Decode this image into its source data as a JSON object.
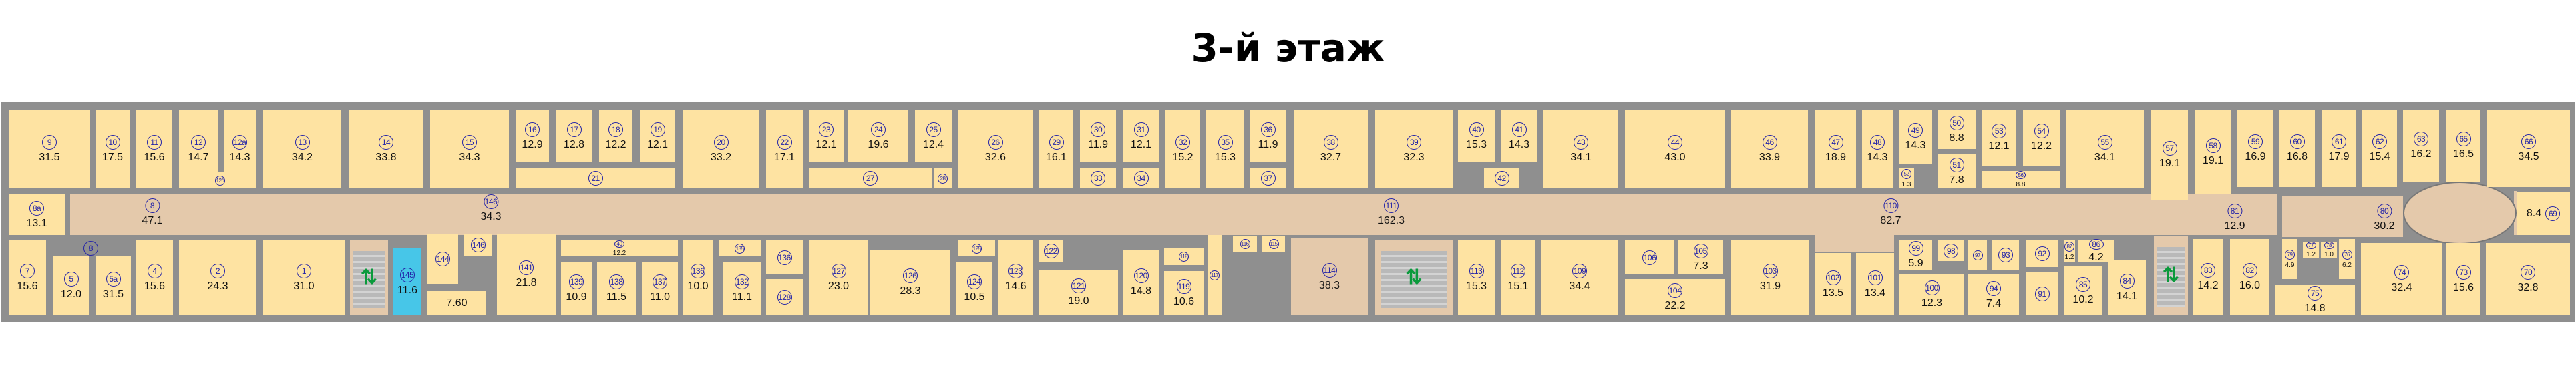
{
  "title": "3-й этаж",
  "colors": {
    "room": "#fee3a2",
    "corridor": "#e4c9ab",
    "wall": "#8f8f8f",
    "highlight": "#47c6e8",
    "label": "#2323a8",
    "stair_arrow": "#0a9a3c"
  },
  "rooms": [
    {
      "num": "9",
      "area": "31.5"
    },
    {
      "num": "10",
      "area": "17.5"
    },
    {
      "num": "11",
      "area": "15.6"
    },
    {
      "num": "12",
      "area": "14.7"
    },
    {
      "num": "12a",
      "area": "14.3"
    },
    {
      "num": "12б",
      "area": ""
    },
    {
      "num": "13",
      "area": "34.2"
    },
    {
      "num": "14",
      "area": "33.8"
    },
    {
      "num": "15",
      "area": "34.3"
    },
    {
      "num": "16",
      "area": "12.9"
    },
    {
      "num": "17",
      "area": "12.8"
    },
    {
      "num": "18",
      "area": "12.2"
    },
    {
      "num": "19",
      "area": "12.1"
    },
    {
      "num": "21",
      "area": ""
    },
    {
      "num": "20",
      "area": "33.2"
    },
    {
      "num": "22",
      "area": "17.1"
    },
    {
      "num": "23",
      "area": "12.1"
    },
    {
      "num": "24",
      "area": "19.6"
    },
    {
      "num": "25",
      "area": "12.4"
    },
    {
      "num": "27",
      "area": ""
    },
    {
      "num": "28",
      "area": ""
    },
    {
      "num": "26",
      "area": "32.6"
    },
    {
      "num": "29",
      "area": "16.1"
    },
    {
      "num": "30",
      "area": "11.9"
    },
    {
      "num": "33",
      "area": ""
    },
    {
      "num": "31",
      "area": "12.1"
    },
    {
      "num": "34",
      "area": ""
    },
    {
      "num": "32",
      "area": "15.2"
    },
    {
      "num": "35",
      "area": "15.3"
    },
    {
      "num": "36",
      "area": "11.9"
    },
    {
      "num": "37",
      "area": ""
    },
    {
      "num": "38",
      "area": "32.7"
    },
    {
      "num": "39",
      "area": "32.3"
    },
    {
      "num": "40",
      "area": "15.3"
    },
    {
      "num": "41",
      "area": "14.3"
    },
    {
      "num": "42",
      "area": ""
    },
    {
      "num": "43",
      "area": "34.1"
    },
    {
      "num": "44",
      "area": "43.0"
    },
    {
      "num": "46",
      "area": "33.9"
    },
    {
      "num": "47",
      "area": "18.9"
    },
    {
      "num": "48",
      "area": "14.3"
    },
    {
      "num": "49",
      "area": "14.3"
    },
    {
      "num": "52",
      "area": "1.3"
    },
    {
      "num": "50",
      "area": "8.8"
    },
    {
      "num": "51",
      "area": "7.8"
    },
    {
      "num": "53",
      "area": "12.1"
    },
    {
      "num": "54",
      "area": "12.2"
    },
    {
      "num": "56",
      "area": "8.8"
    },
    {
      "num": "55",
      "area": "34.1"
    },
    {
      "num": "57",
      "area": "19.1"
    },
    {
      "num": "58",
      "area": "19.1"
    },
    {
      "num": "59",
      "area": "16.9"
    },
    {
      "num": "60",
      "area": "16.8"
    },
    {
      "num": "61",
      "area": "17.9"
    },
    {
      "num": "62",
      "area": "15.4"
    },
    {
      "num": "63",
      "area": "16.2"
    },
    {
      "num": "65",
      "area": "16.5"
    },
    {
      "num": "66",
      "area": "34.5"
    },
    {
      "num": "8a",
      "area": "13.1"
    },
    {
      "num": "7",
      "area": "15.6"
    },
    {
      "num": "5",
      "area": "12.0"
    },
    {
      "num": "5a",
      "area": "31.5"
    },
    {
      "num": "4",
      "area": "15.6"
    },
    {
      "num": "2",
      "area": "24.3"
    },
    {
      "num": "1",
      "area": "31.0"
    },
    {
      "num": "",
      "area": ""
    },
    {
      "num": "145",
      "area": "11.6"
    },
    {
      "num": "144",
      "area": ""
    },
    {
      "num": "146",
      "area": ""
    },
    {
      "num": "",
      "area": "7.60"
    },
    {
      "num": "141",
      "area": "21.8"
    },
    {
      "num": "40",
      "area": "12.2"
    },
    {
      "num": "139",
      "area": "10.9"
    },
    {
      "num": "138",
      "area": "11.5"
    },
    {
      "num": "137",
      "area": "11.0"
    },
    {
      "num": "136",
      "area": "10.0"
    },
    {
      "num": "135",
      "area": ""
    },
    {
      "num": "132",
      "area": "11.1"
    },
    {
      "num": "136",
      "area": ""
    },
    {
      "num": "128",
      "area": ""
    },
    {
      "num": "127",
      "area": "23.0"
    },
    {
      "num": "126",
      "area": "28.3"
    },
    {
      "num": "125",
      "area": ""
    },
    {
      "num": "124",
      "area": "10.5"
    },
    {
      "num": "123",
      "area": "14.6"
    },
    {
      "num": "122",
      "area": ""
    },
    {
      "num": "121",
      "area": "19.0"
    },
    {
      "num": "120",
      "area": "14.8"
    },
    {
      "num": "118",
      "area": ""
    },
    {
      "num": "119",
      "area": "10.6"
    },
    {
      "num": "117",
      "area": ""
    },
    {
      "num": "116",
      "area": ""
    },
    {
      "num": "115",
      "area": ""
    },
    {
      "num": "114",
      "area": "38.3"
    },
    {
      "num": "",
      "area": ""
    },
    {
      "num": "113",
      "area": "15.3"
    },
    {
      "num": "112",
      "area": "15.1"
    },
    {
      "num": "109",
      "area": "34.4"
    },
    {
      "num": "106",
      "area": ""
    },
    {
      "num": "105",
      "area": "7.3"
    },
    {
      "num": "104",
      "area": "22.2"
    },
    {
      "num": "103",
      "area": "31.9"
    },
    {
      "num": "102",
      "area": "13.5"
    },
    {
      "num": "101",
      "area": "13.4"
    },
    {
      "num": "99",
      "area": "5.9"
    },
    {
      "num": "100",
      "area": "12.3"
    },
    {
      "num": "98",
      "area": ""
    },
    {
      "num": "97",
      "area": ""
    },
    {
      "num": "93",
      "area": ""
    },
    {
      "num": "94",
      "area": "7.4"
    },
    {
      "num": "92",
      "area": ""
    },
    {
      "num": "91",
      "area": ""
    },
    {
      "num": "87",
      "area": "1.2"
    },
    {
      "num": "86",
      "area": "4.2"
    },
    {
      "num": "85",
      "area": "10.2"
    },
    {
      "num": "84",
      "area": "14.1"
    },
    {
      "num": "",
      "area": ""
    },
    {
      "num": "83",
      "area": "14.2"
    },
    {
      "num": "82",
      "area": "16.0"
    },
    {
      "num": "79",
      "area": "4.9"
    },
    {
      "num": "77",
      "area": "1.2"
    },
    {
      "num": "78",
      "area": "1.0"
    },
    {
      "num": "76",
      "area": "6.2"
    },
    {
      "num": "75",
      "area": "14.8"
    },
    {
      "num": "74",
      "area": "32.4"
    },
    {
      "num": "73",
      "area": "15.6"
    },
    {
      "num": "70",
      "area": "32.8"
    },
    {
      "num": "69",
      "area": "8.4"
    }
  ],
  "corridors": [
    {
      "num": "8",
      "area": "47.1"
    },
    {
      "num": "8",
      "area": ""
    },
    {
      "num": "146",
      "area": "34.3"
    },
    {
      "num": "111",
      "area": "162.3"
    },
    {
      "num": "110",
      "area": "82.7"
    },
    {
      "num": "81",
      "area": "12.9"
    },
    {
      "num": "80",
      "area": "30.2"
    }
  ]
}
